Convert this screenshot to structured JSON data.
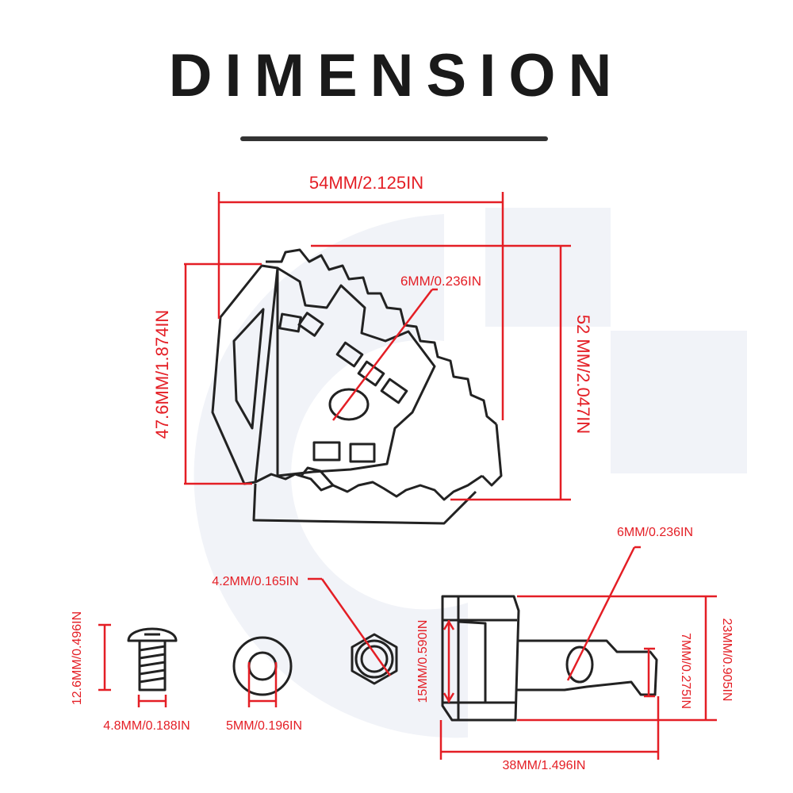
{
  "title": "DIMENSION",
  "colors": {
    "dimension": "#e41e25",
    "outline": "#222222",
    "watermark": "#f1f3f8",
    "rule": "#333333"
  },
  "labels": {
    "width_top": "54MM/2.125IN",
    "height_left": "47.6MM/1.874IN",
    "height_right": "52 MM/2.047IN",
    "hole_main": "6MM/0.236IN",
    "bolt_length": "12.6MM/0.496IN",
    "bolt_diameter": "4.8MM/0.188IN",
    "washer_inner": "5MM/0.196IN",
    "nut_size": "4.2MM/0.165IN",
    "hole_bracket": "6MM/0.236IN",
    "bracket_height_left": "15MM/0.590IN",
    "bracket_tab": "7MM/0.275IN",
    "bracket_height_right": "23MM/0.905IN",
    "bracket_width": "38MM/1.496IN"
  }
}
